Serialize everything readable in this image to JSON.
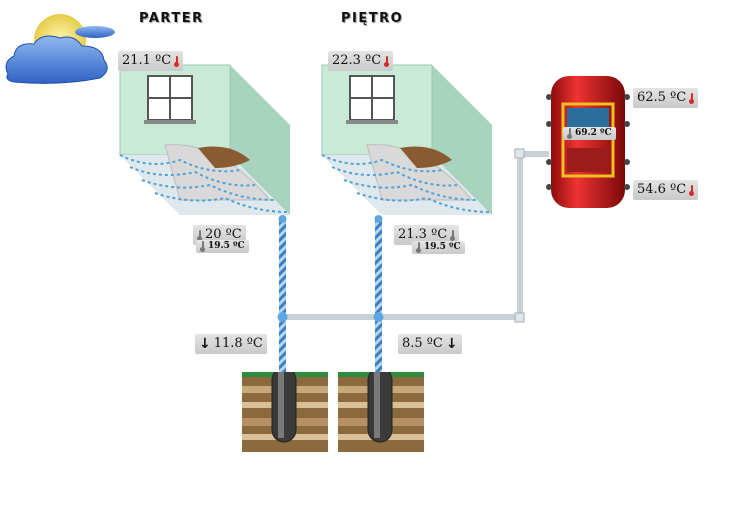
{
  "floors": {
    "parter": {
      "title": "PARTER",
      "room_temp": "21.1 ºC",
      "floor_temp": "20 ºC",
      "floor_set": "19.5 ºC"
    },
    "pietro": {
      "title": "PIĘTRO",
      "room_temp": "22.3 ºC",
      "floor_temp": "21.3 ºC",
      "floor_set": "19.5 ºC"
    }
  },
  "tank": {
    "top_temp": "62.5 ºC",
    "bottom_temp": "54.6 ºC",
    "inner_temp": "69.2 ºC"
  },
  "ground": {
    "left_temp": "11.8 ºC",
    "right_temp": "8.5 ºC",
    "left_arrow": "↓",
    "right_arrow": "↓"
  },
  "weather": {
    "icon": "partly-cloudy-icon"
  },
  "colors": {
    "room_wall": "#bfe3cf",
    "tank": "#d42a2a",
    "pipe_blue": "#3a7fc4",
    "pipe_grey": "#c8d2d6",
    "soil_top": "#2e8b3e"
  }
}
